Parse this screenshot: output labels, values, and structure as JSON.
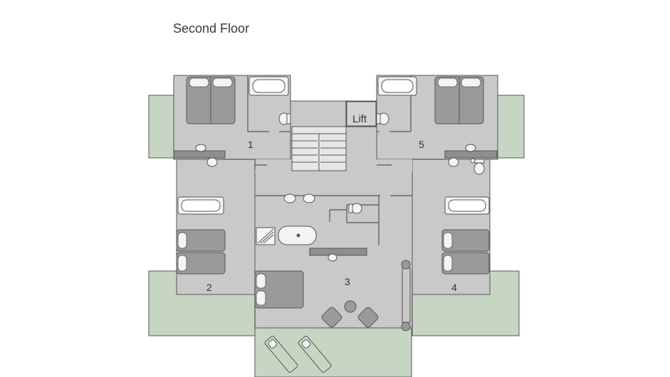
{
  "plan": {
    "title": "Second Floor",
    "lift_label": "Lift",
    "rooms": [
      {
        "id": "1",
        "label": "1"
      },
      {
        "id": "2",
        "label": "2"
      },
      {
        "id": "3",
        "label": "3"
      },
      {
        "id": "4",
        "label": "4"
      },
      {
        "id": "5",
        "label": "5"
      }
    ]
  },
  "colors": {
    "floor": "#c9c9c9",
    "terrace": "#c7d6c3",
    "wall": "#555555",
    "furniture": "#9a9a9a",
    "fixture": "#f4f4f4"
  }
}
